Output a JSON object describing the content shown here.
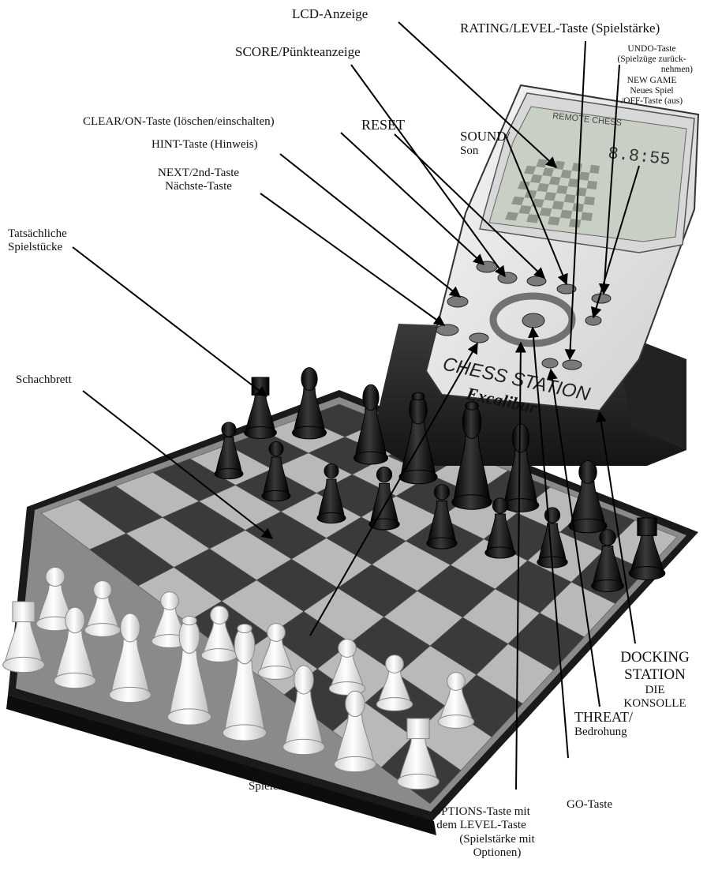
{
  "labels": {
    "lcd": "LCD-Anzeige",
    "rating": "RATING/LEVEL-Taste (Spielstärke)",
    "undo": [
      "UNDO-Taste",
      "(Spielzüge zurück-",
      "nehmen)",
      "NEW GAME",
      "Neues Spiel",
      "/OFF-Taste (aus)"
    ],
    "score": "SCORE/Pünkteanzeige",
    "reset": "RESET",
    "sound": [
      "SOUND/",
      "Son"
    ],
    "clear": "CLEAR/ON-Taste (löschen/einschalten)",
    "hint": "HINT-Taste (Hinweis)",
    "next": [
      "NEXT/2nd-Taste",
      "Nächste-Taste"
    ],
    "pieces": [
      "Tatsächliche",
      "Spielstücke"
    ],
    "board": "Schachbrett",
    "docking": [
      "DOCKING",
      "STATION",
      "DIE",
      "KONSOLLE"
    ],
    "threat": [
      "THREAT/",
      "Bedrohung"
    ],
    "player": "Spieler",
    "go": "GO-Taste",
    "options": [
      "OPTIONS-Taste mit",
      "dem LEVEL-Taste",
      "(Spielstärke mit",
      "Optionen)"
    ]
  },
  "device": {
    "brand": "CHESS STATION",
    "lcd_text": "REMOTE CHESS",
    "lcd_digits": "8.8:55",
    "logo": "Excalibur"
  },
  "colors": {
    "dark_square": "#3a3a3a",
    "light_square": "#b9b9b9",
    "board_frame": "#1f1f1f",
    "dark_piece": "#151515",
    "light_piece": "#eeeeee",
    "console": "#e6e6e6",
    "dock": "#2a2a2a"
  }
}
